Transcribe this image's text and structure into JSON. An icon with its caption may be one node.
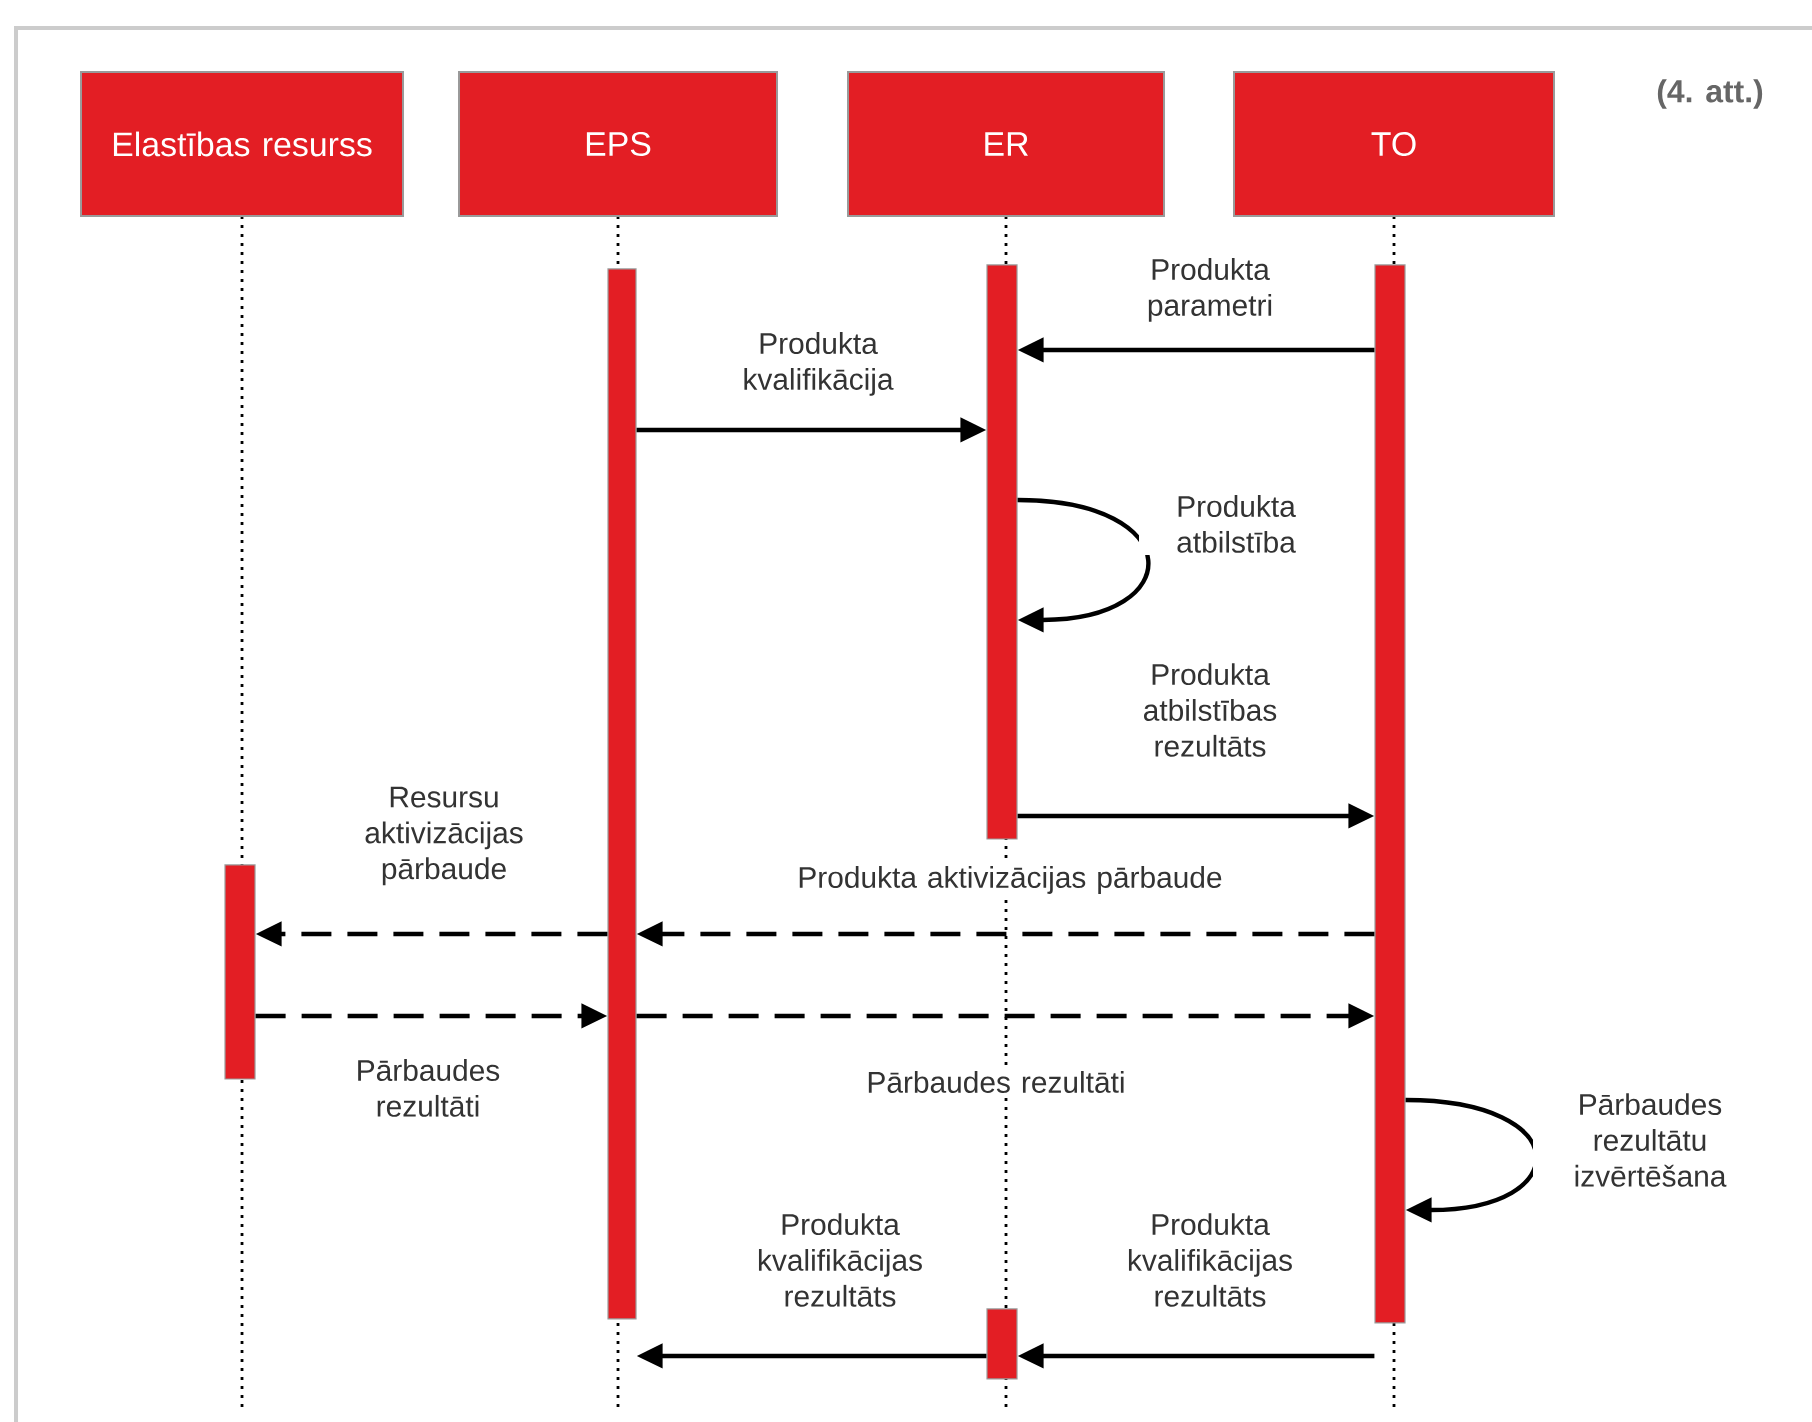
{
  "diagram": {
    "nodes": [
      {
        "text": [
          "Elastības resurss"
        ]
      },
      {
        "text": [
          "EPS"
        ]
      },
      {
        "text": [
          "ER"
        ]
      },
      {
        "text": [
          "TO"
        ]
      },
      {
        "text": [],
        "shape": "bar"
      },
      {
        "text": [],
        "shape": "bar"
      },
      {
        "text": [],
        "shape": "bar"
      },
      {
        "text": [],
        "shape": "bar"
      },
      {
        "text": [],
        "shape": "bar"
      }
    ],
    "edges": [
      {
        "from": 6,
        "to": 5,
        "arrow": "to",
        "label": "Produkta parametri"
      },
      {
        "from": 4,
        "to": 5,
        "arrow": "to",
        "label": "Produkta kvalifikācija"
      },
      {
        "from": 5,
        "to": 5,
        "arrow": "to",
        "label": "Produkta atbilstība"
      },
      {
        "from": 5,
        "to": 6,
        "arrow": "to",
        "label": "Produkta atbilstības rezultāts"
      },
      {
        "from": 6,
        "to": 4,
        "arrow": "to",
        "label": "Produkta aktivizācijas pārbaude",
        "style": "dashed"
      },
      {
        "from": 4,
        "to": 7,
        "arrow": "to",
        "label": "Resursu aktivizācijas pārbaude",
        "style": "dashed"
      },
      {
        "from": 7,
        "to": 4,
        "arrow": "to",
        "label": "Pārbaudes rezultāti",
        "style": "dashed"
      },
      {
        "from": 4,
        "to": 6,
        "arrow": "to",
        "label": "Pārbaudes rezultāti",
        "style": "dashed"
      },
      {
        "from": 6,
        "to": 6,
        "arrow": "to",
        "label": "Pārbaudes rezultātu izvērtēšana"
      },
      {
        "from": 6,
        "to": 8,
        "arrow": "to",
        "label": "Produkta kvalifikācijas rezultāts"
      },
      {
        "from": 8,
        "to": 4,
        "arrow": "to",
        "label": "Produkta kvalifikācijas rezultāts"
      }
    ],
    "labels": [
      "(4. att.)"
    ]
  }
}
